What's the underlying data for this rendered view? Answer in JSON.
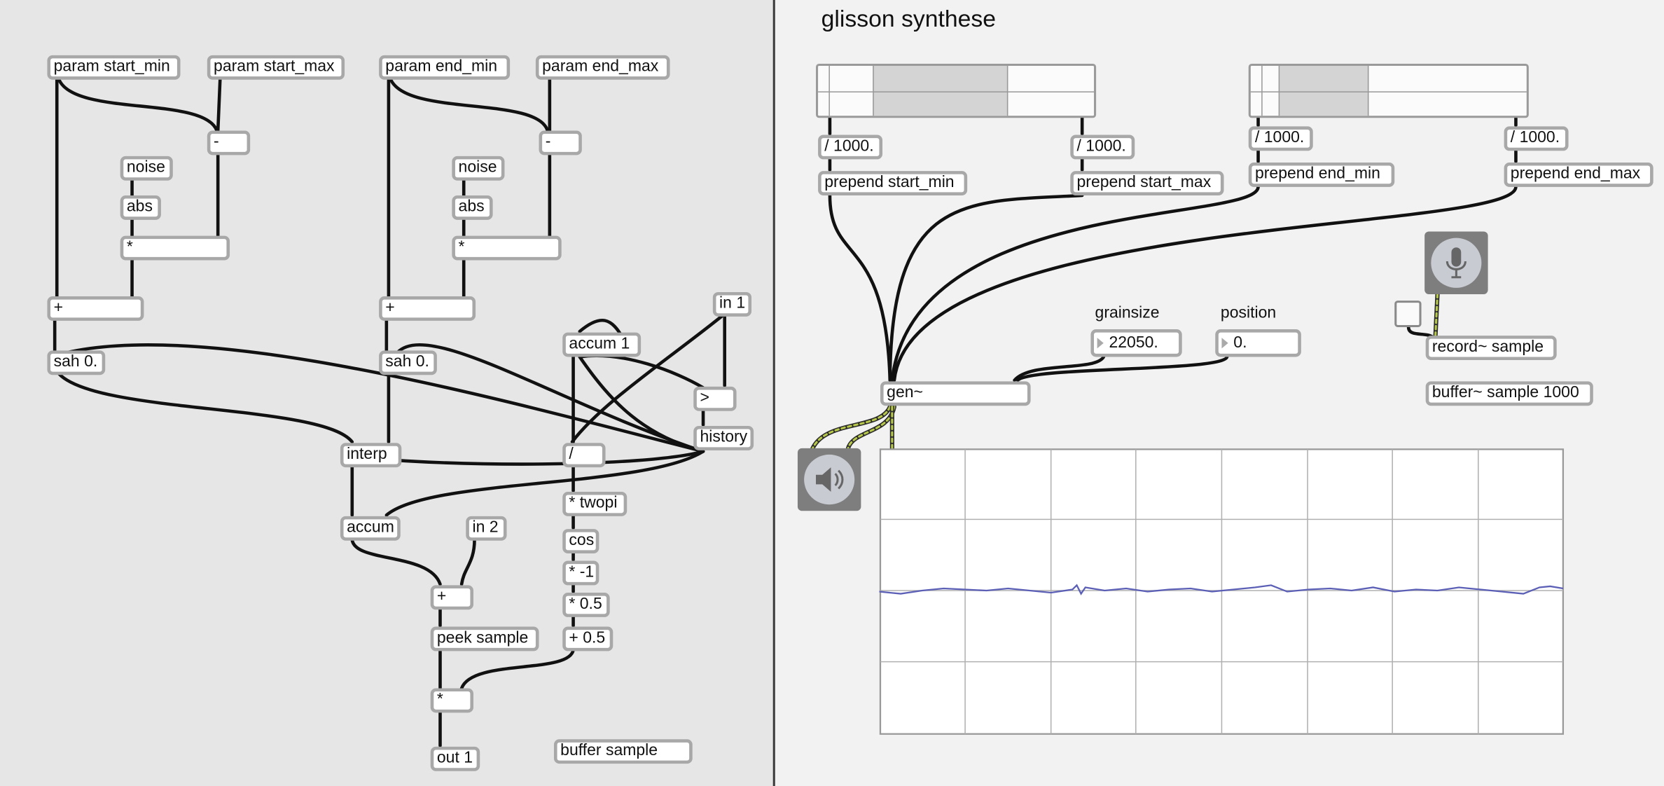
{
  "patch_title": "glisson synthese",
  "gen_objects": {
    "param_start_min": "param start_min",
    "param_start_max": "param start_max",
    "param_end_min": "param end_min",
    "param_end_max": "param end_max",
    "minus_1": "-",
    "minus_2": "-",
    "noise_1": "noise",
    "noise_2": "noise",
    "abs_1": "abs",
    "abs_2": "abs",
    "mult_1": "*",
    "mult_2": "*",
    "plus_1": "+",
    "plus_2": "+",
    "sah_1": "sah 0.",
    "sah_2": "sah 0.",
    "in_1": "in 1",
    "accum_1": "accum 1",
    "greater": ">",
    "history": "history",
    "interp": "interp",
    "divide": "/",
    "accum": "accum",
    "in_2": "in 2",
    "times_twopi": "* twopi",
    "cos": "cos",
    "times_neg1": "* -1",
    "times_half": "* 0.5",
    "plus_half": "+ 0.5",
    "plus_3": "+",
    "peek_sample": "peek sample",
    "mult_3": "*",
    "out_1": "out 1",
    "buffer_sample": "buffer sample"
  },
  "main_objects": {
    "div_1": "/ 1000.",
    "div_2": "/ 1000.",
    "div_3": "/ 1000.",
    "div_4": "/ 1000.",
    "prepend_start_min": "prepend start_min",
    "prepend_start_max": "prepend start_max",
    "prepend_end_min": "prepend end_min",
    "prepend_end_max": "prepend end_max",
    "gen": "gen~",
    "record": "record~ sample",
    "buffer": "buffer~ sample 1000",
    "grainsize_label": "grainsize",
    "position_label": "position",
    "grainsize_value": "22050.",
    "position_value": "0."
  },
  "range_sliders": {
    "start_range_fraction": [
      0.2,
      0.68
    ],
    "end_range_fraction": [
      0.1,
      0.42
    ]
  },
  "icons": {
    "dac": "speaker-icon",
    "adc": "microphone-icon"
  },
  "colors": {
    "gen_background": "#e6e6e6",
    "patch_background": "#f2f2f2",
    "box_border": "#a8a8a8",
    "scope_trace": "#5b5fb5",
    "signal_cable": "#b8c84a"
  }
}
